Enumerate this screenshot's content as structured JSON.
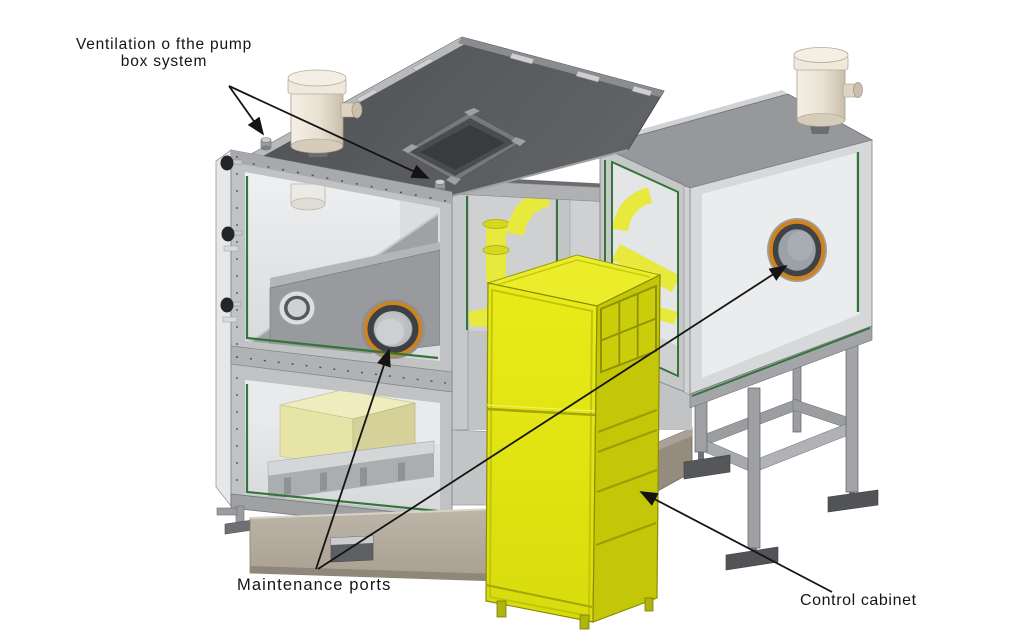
{
  "annotations": {
    "ventilation": {
      "line1": "Ventilation o fthe pump",
      "line2": "box system"
    },
    "maintenance_ports": {
      "label": "Maintenance ports"
    },
    "control_cabinet": {
      "label": "Control cabinet"
    }
  },
  "colors": {
    "background": "#ffffff",
    "roof_dark": "#55575b",
    "roof_right_light": "#96989b",
    "frame_gray": "#c0c2c4",
    "gasket_green": "#35743a",
    "cabinet_yellow_front": "#e3e511",
    "cabinet_yellow_side": "#c3c707",
    "cabinet_yellow_top": "#ebec2a",
    "port_rim_orange": "#cf831e",
    "vent_filter_cream": "#ece5d8",
    "base_beige": "#b3ab9e",
    "pipe_yellow": "#e7e93d",
    "inner_box_cream": "#e7e4a8",
    "metal_leg_gray": "#9ea0a3",
    "annotation_text": "#151515",
    "arrow_black": "#141414"
  }
}
